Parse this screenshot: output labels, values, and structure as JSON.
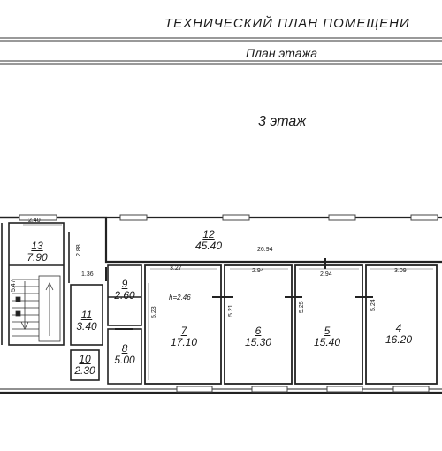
{
  "header": {
    "title": "ТЕХНИЧЕСКИЙ ПЛАН ПОМЕЩЕНИ",
    "subtitle": "План этажа"
  },
  "floor_label": "3 этаж",
  "rooms": [
    {
      "number": "13",
      "area": "7.90"
    },
    {
      "number": "12",
      "area": "45.40"
    },
    {
      "number": "11",
      "area": "3.40"
    },
    {
      "number": "10",
      "area": "2.30"
    },
    {
      "number": "9",
      "area": "2.60"
    },
    {
      "number": "8",
      "area": "5.00"
    },
    {
      "number": "7",
      "area": "17.10"
    },
    {
      "number": "6",
      "area": "15.30"
    },
    {
      "number": "5",
      "area": "15.40"
    },
    {
      "number": "4",
      "area": "16.20"
    }
  ],
  "dimensions": {
    "d_240": "2.40",
    "d_288": "2.88",
    "d_547": "5.47",
    "d_136": "1.36",
    "d_2694": "26.94",
    "d_327": "3.27",
    "d_294a": "2.94",
    "d_294b": "2.94",
    "d_309": "3.09",
    "d_523": "5.23",
    "d_521": "5.21",
    "d_525": "5.25",
    "d_524": "5.24"
  },
  "ceiling_height": "h=2.46"
}
